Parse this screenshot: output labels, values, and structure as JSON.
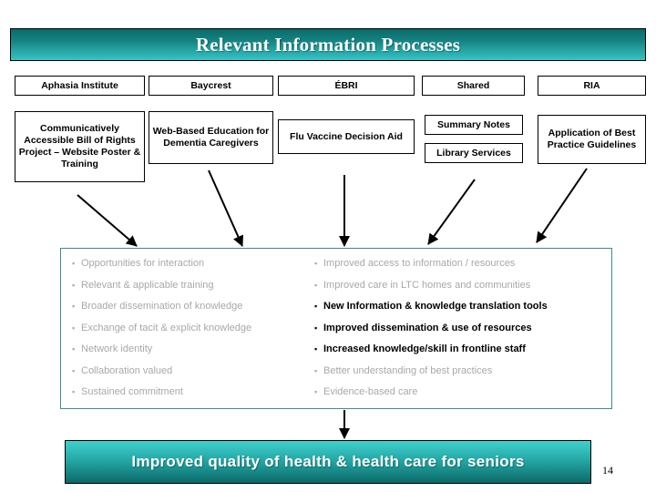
{
  "slide": {
    "title": "Relevant Information Processes",
    "page_number": "14",
    "banner_color_top": "#0b6b6b",
    "banner_color_bottom": "#35c4c6",
    "outcomes_border_color": "#3d8b8b",
    "muted_text_color": "#a8a8a8"
  },
  "columns": [
    {
      "header": "Aphasia Institute",
      "projects": [
        "Communicatively Accessible Bill of Rights Project – Website Poster & Training"
      ]
    },
    {
      "header": "Baycrest",
      "projects": [
        "Web-Based Education for Dementia Caregivers"
      ]
    },
    {
      "header": "ÉBRI",
      "projects": [
        "Flu Vaccine Decision Aid"
      ]
    },
    {
      "header": "Shared",
      "projects": [
        "Summary Notes",
        "Library Services"
      ]
    },
    {
      "header": "RIA",
      "projects": [
        "Application of Best Practice Guidelines"
      ]
    }
  ],
  "outcomes": {
    "bullet_marker": "▪",
    "left": [
      {
        "text": "Opportunities for interaction",
        "emphasis": false
      },
      {
        "text": "Relevant & applicable training",
        "emphasis": false
      },
      {
        "text": "Broader dissemination of knowledge",
        "emphasis": false
      },
      {
        "text": "Exchange of tacit & explicit knowledge",
        "emphasis": false
      },
      {
        "text": "Network identity",
        "emphasis": false
      },
      {
        "text": "Collaboration valued",
        "emphasis": false
      },
      {
        "text": "Sustained commitment",
        "emphasis": false
      }
    ],
    "right": [
      {
        "text": "Improved access to information / resources",
        "emphasis": false
      },
      {
        "text": "Improved care in LTC homes and communities",
        "emphasis": false
      },
      {
        "text": "New Information & knowledge translation tools",
        "emphasis": true
      },
      {
        "text": "Improved dissemination & use of resources",
        "emphasis": true
      },
      {
        "text": "Increased knowledge/skill in frontline staff",
        "emphasis": true
      },
      {
        "text": "Better understanding of best practices",
        "emphasis": false
      },
      {
        "text": "Evidence-based care",
        "emphasis": false
      }
    ]
  },
  "conclusion": {
    "text": "Improved quality of health & health care for seniors"
  }
}
